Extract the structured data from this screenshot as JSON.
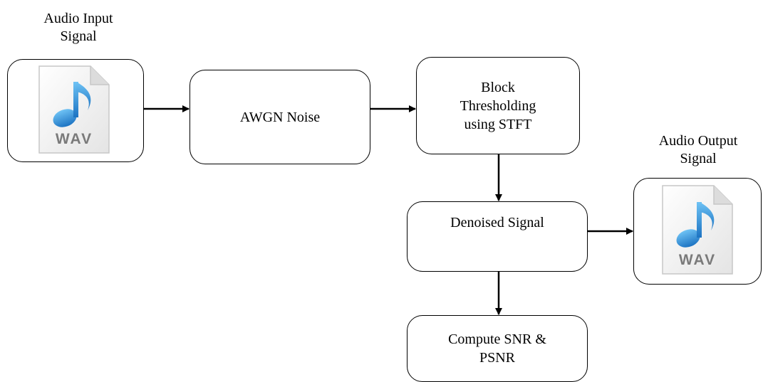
{
  "nodes": {
    "input_caption": "Audio Input\nSignal",
    "output_caption": "Audio Output\nSignal",
    "awgn_noise": "AWGN Noise",
    "block_thresholding": "Block\nThresholding\nusing STFT",
    "denoised_signal": "Denoised Signal",
    "compute_snr": "Compute SNR &\nPSNR"
  },
  "icons": {
    "input_file": {
      "name": "wav-file-icon",
      "label": "WAV",
      "note_color": "#2b8ed6",
      "page_color": "#f2f2f2",
      "text_color": "#7a7a7a"
    },
    "output_file": {
      "name": "wav-file-icon",
      "label": "WAV",
      "note_color": "#2b8ed6",
      "page_color": "#f2f2f2",
      "text_color": "#7a7a7a"
    }
  },
  "edges": [
    {
      "from": "audio_input_signal",
      "to": "awgn_noise"
    },
    {
      "from": "awgn_noise",
      "to": "block_thresholding"
    },
    {
      "from": "block_thresholding",
      "to": "denoised_signal"
    },
    {
      "from": "denoised_signal",
      "to": "audio_output_signal"
    },
    {
      "from": "denoised_signal",
      "to": "compute_snr"
    }
  ]
}
